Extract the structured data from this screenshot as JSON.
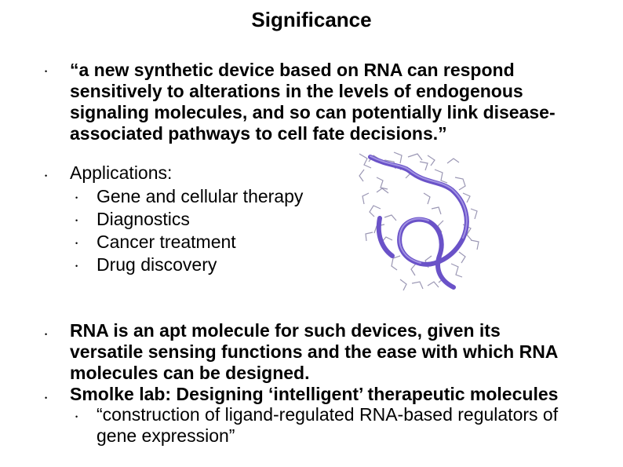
{
  "slide": {
    "title": "Significance",
    "bullet_marker": "•",
    "quote": [
      "“a new synthetic device based on RNA can respond",
      "sensitively to alterations in the levels of endogenous",
      "signaling molecules, and so can potentially link disease-",
      "associated pathways to cell fate decisions.”"
    ],
    "applications": {
      "heading": "Applications:",
      "items": [
        "Gene and cellular therapy",
        "Diagnostics",
        "Cancer treatment",
        "Drug discovery"
      ]
    },
    "rna_text": [
      "RNA is an apt molecule for such devices, given its",
      "versatile sensing functions and the ease with which RNA",
      "molecules can be designed."
    ],
    "smolke": "Smolke lab: Designing ‘intelligent’ therapeutic molecules",
    "smolke_sub": [
      "“construction of ligand-regulated RNA-based regulators of",
      "gene expression”"
    ],
    "image": {
      "subject": "rna-3d-structure",
      "ribbon_color": "#6a52c8",
      "stick_color": "#8a86a8"
    }
  }
}
